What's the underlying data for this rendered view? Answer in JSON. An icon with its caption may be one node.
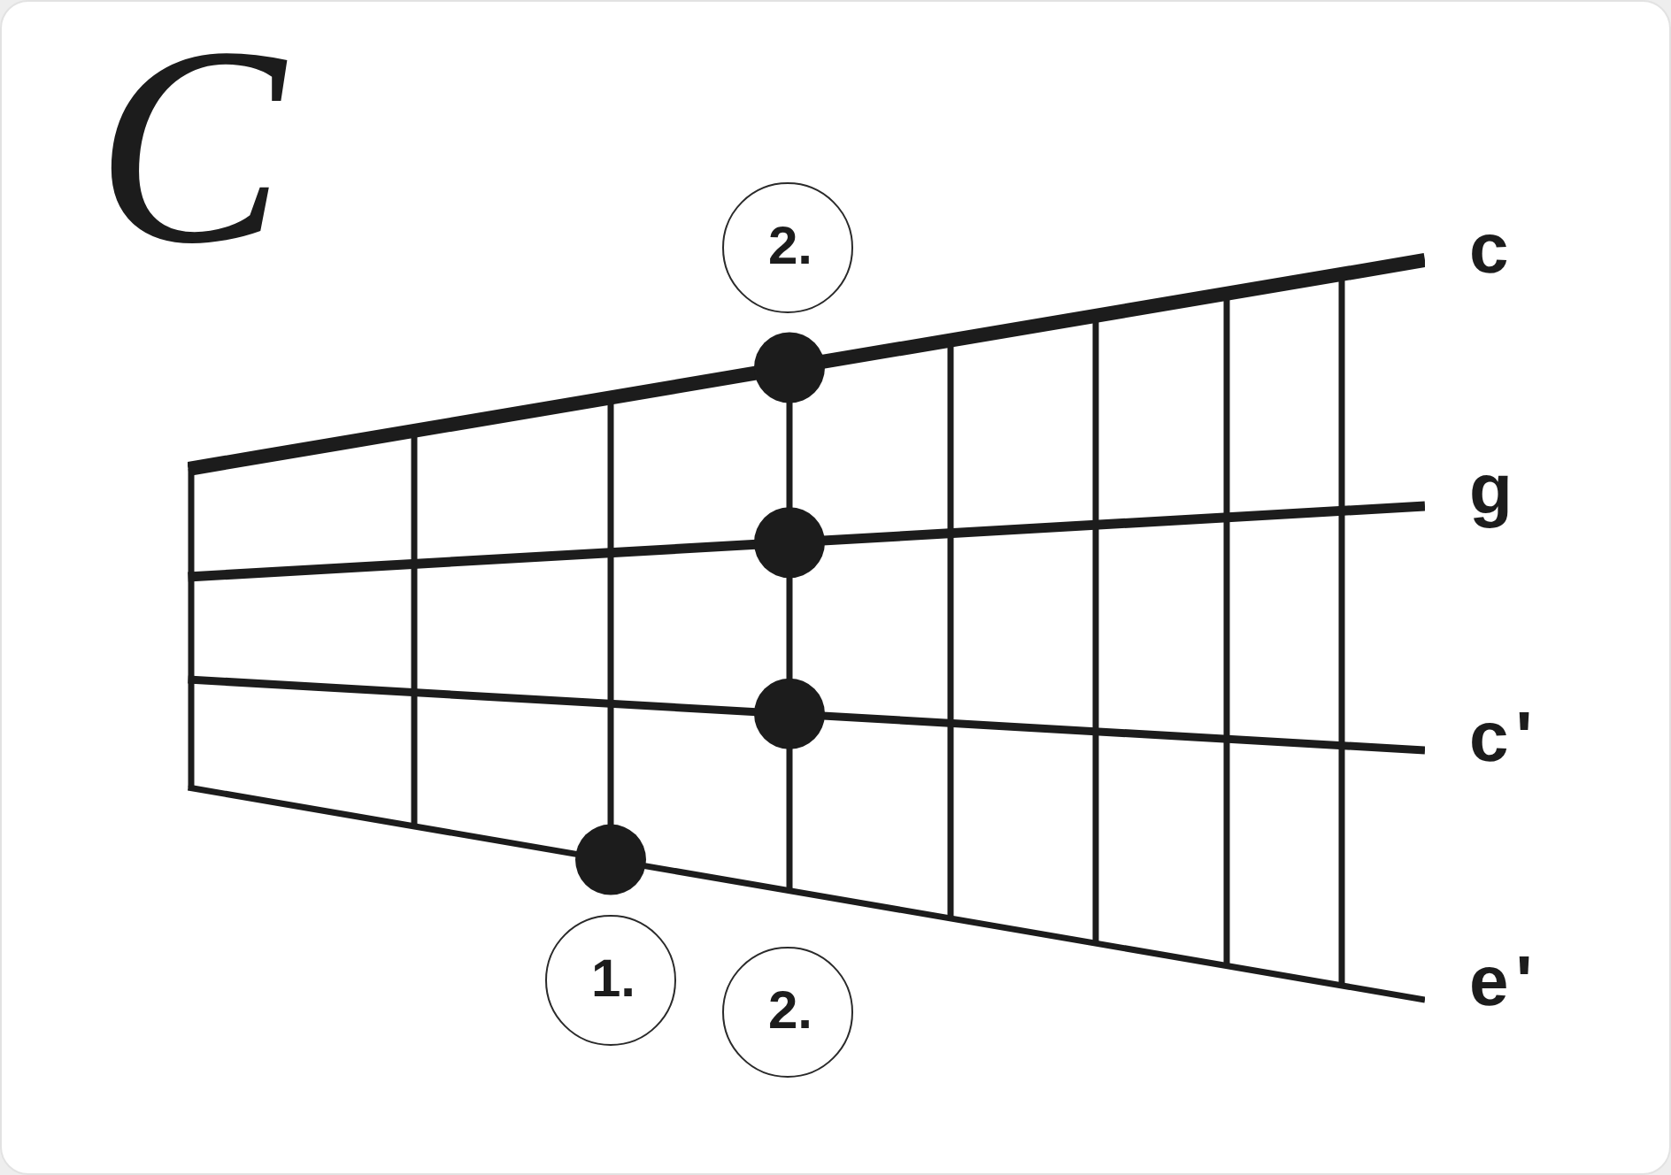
{
  "diagram": {
    "title": "C",
    "nodes": [
      {
        "text": [
          "2."
        ]
      },
      {
        "text": [
          "1."
        ]
      },
      {
        "text": [
          "2."
        ]
      }
    ],
    "labels": [
      "c",
      "g",
      "c'",
      "e'"
    ]
  }
}
